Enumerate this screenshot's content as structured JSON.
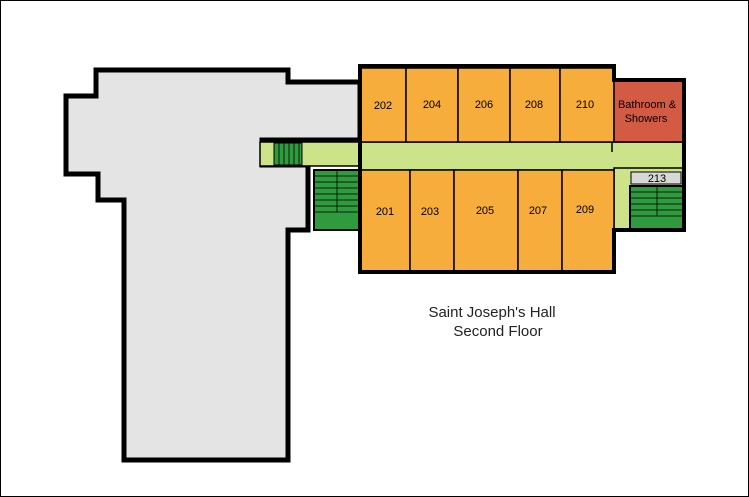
{
  "title_lines": [
    "Saint Joseph's Hall",
    "Second Floor"
  ],
  "rooms_north": [
    "202",
    "204",
    "206",
    "208",
    "210"
  ],
  "rooms_south": [
    "201",
    "203",
    "205",
    "207",
    "209"
  ],
  "bathroom_lines": [
    "Bathroom &",
    "Showers"
  ],
  "small_room": "213",
  "colors": {
    "room": "#f6ad3c",
    "bathroom": "#d35b43",
    "corridor": "#cce38a",
    "stairs": "#2f9a3e",
    "other_wing": "#e4e4e4",
    "small_room": "#d8d8d8",
    "wall": "#000000"
  }
}
